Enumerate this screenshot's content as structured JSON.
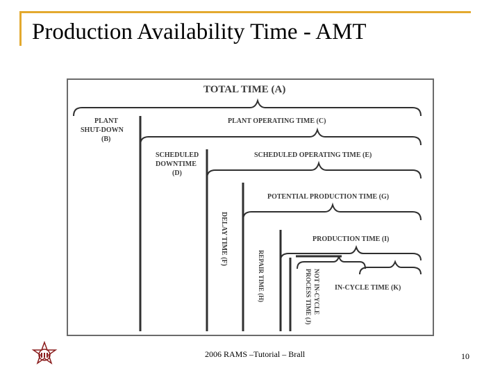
{
  "slide": {
    "title": "Production Availability Time - AMT",
    "footer": "2006 RAMS –Tutorial – Brall",
    "page_number": "10",
    "accent_color": "#e3a92e"
  },
  "diagram": {
    "total_time": "TOTAL TIME (A)",
    "plant_shutdown": [
      "PLANT",
      "SHUT-DOWN",
      "(B)"
    ],
    "plant_operating_time": "PLANT OPERATING TIME (C)",
    "scheduled_downtime": [
      "SCHEDULED",
      "DOWNTIME",
      "(D)"
    ],
    "scheduled_operating_time": "SCHEDULED OPERATING TIME (E)",
    "potential_production_time": "POTENTIAL PRODUCTION TIME (G)",
    "delay_time": "DELAY TIME (F)",
    "production_time": "PRODUCTION TIME (I)",
    "repair_time": "REPAIR TIME (H)",
    "not_in_cycle": [
      "NOT IN-CYCLE",
      "PROCESS TIME (J)"
    ],
    "in_cycle_time": "IN-CYCLE TIME (K)"
  }
}
